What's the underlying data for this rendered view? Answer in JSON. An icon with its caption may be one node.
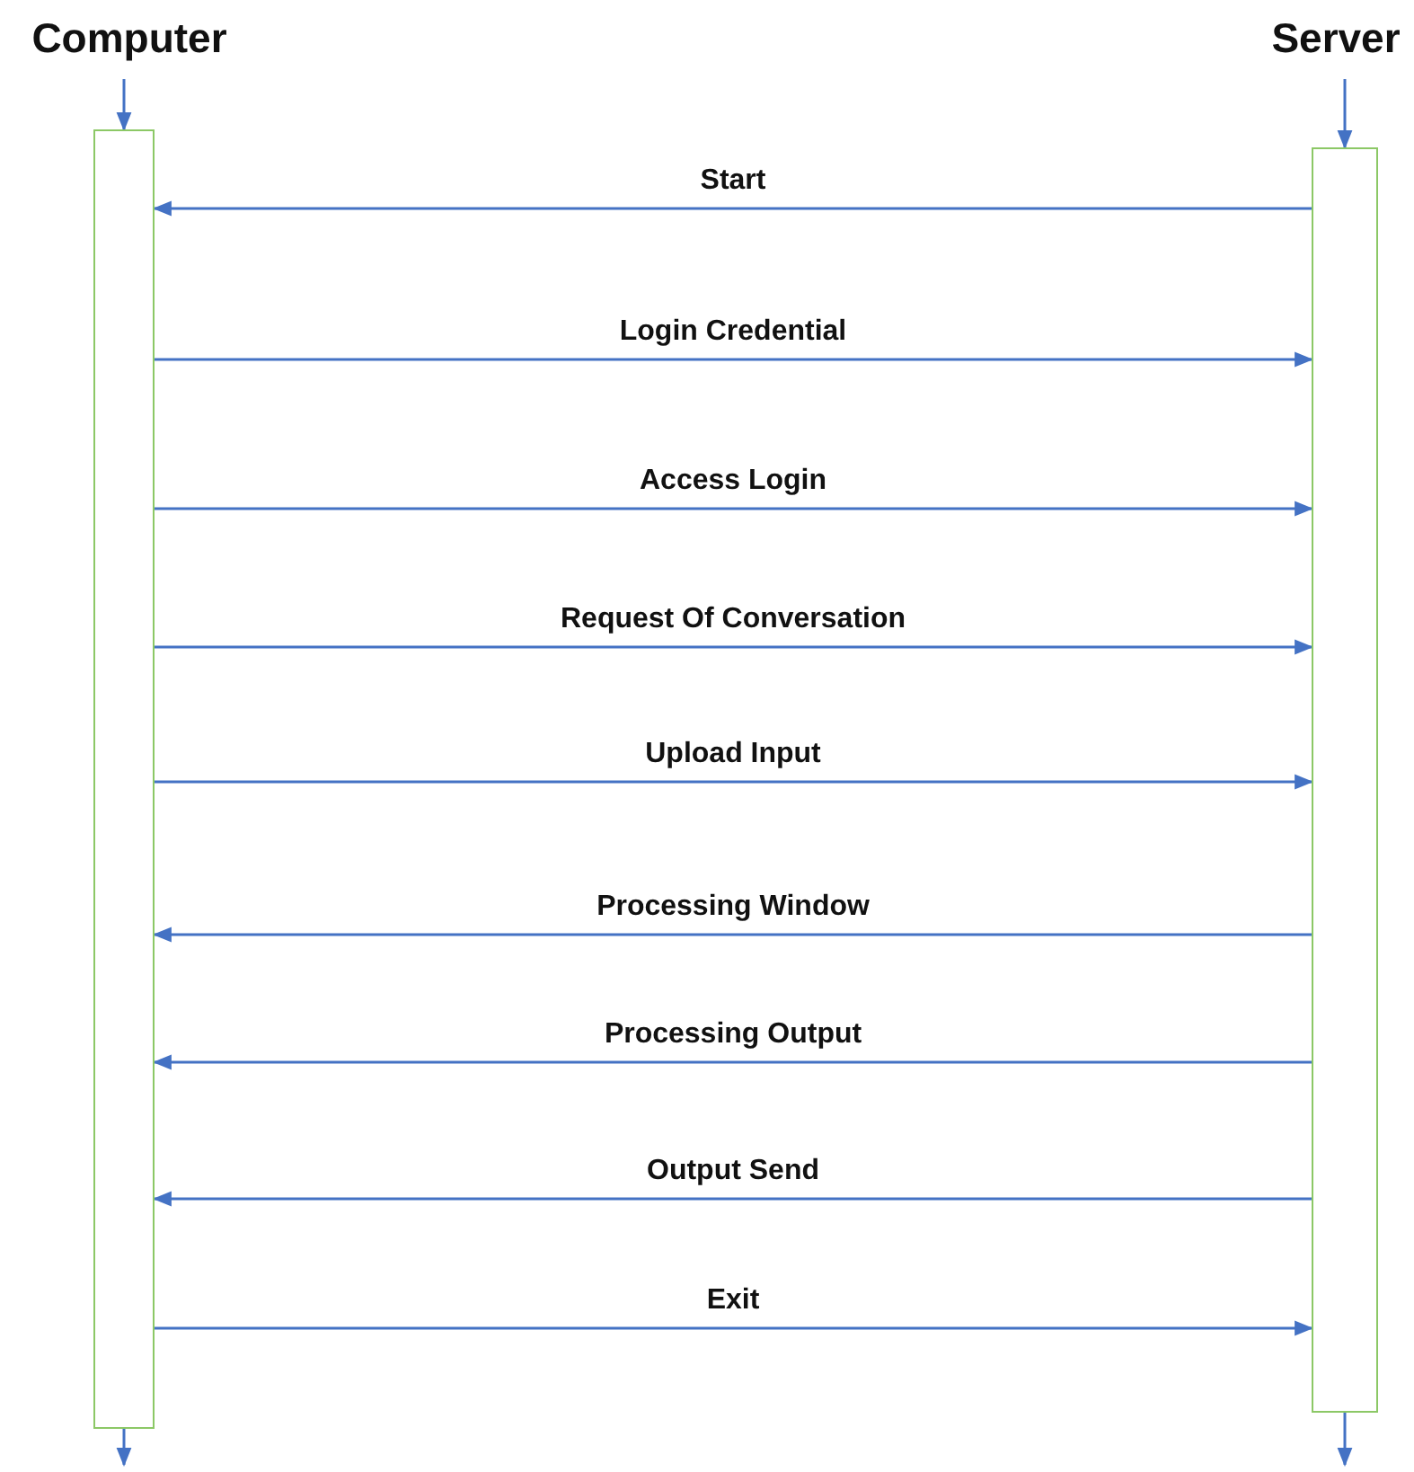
{
  "diagram": {
    "nodes": [
      {
        "text": [
          "Computer"
        ]
      },
      {
        "text": [
          "Server"
        ]
      },
      {
        "text": [],
        "shape": "bar"
      },
      {
        "text": [],
        "shape": "bar"
      }
    ],
    "edges": [
      {
        "from": 0,
        "to": 2,
        "arrow": "to"
      },
      {
        "from": 1,
        "to": 3,
        "arrow": "to"
      },
      {
        "from": 3,
        "to": 2,
        "arrow": "to",
        "label": "Start"
      },
      {
        "from": 2,
        "to": 3,
        "arrow": "to",
        "label": "Login Credential"
      },
      {
        "from": 2,
        "to": 3,
        "arrow": "to",
        "label": "Access Login"
      },
      {
        "from": 2,
        "to": 3,
        "arrow": "to",
        "label": "Request Of Conversation"
      },
      {
        "from": 2,
        "to": 3,
        "arrow": "to",
        "label": "Upload Input"
      },
      {
        "from": 3,
        "to": 2,
        "arrow": "to",
        "label": "Processing Window"
      },
      {
        "from": 3,
        "to": 2,
        "arrow": "to",
        "label": "Processing Output"
      },
      {
        "from": 3,
        "to": 2,
        "arrow": "to",
        "label": "Output Send"
      },
      {
        "from": 2,
        "to": 3,
        "arrow": "to",
        "label": "Exit"
      },
      {
        "from": 2,
        "to": null,
        "arrow": "to"
      },
      {
        "from": 3,
        "to": null,
        "arrow": "to"
      }
    ]
  }
}
